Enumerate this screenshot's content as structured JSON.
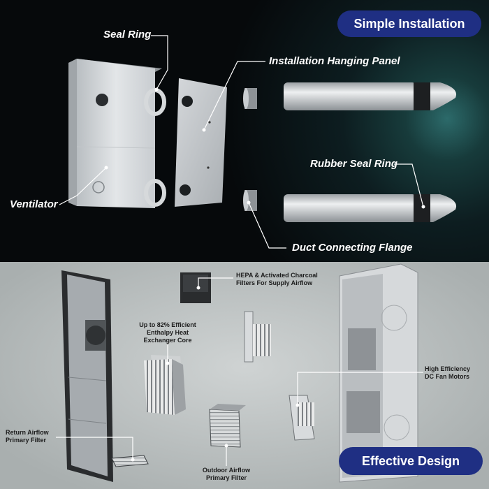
{
  "badges": {
    "top": "Simple Installation",
    "bottom": "Effective Design"
  },
  "top_labels": {
    "seal_ring": "Seal Ring",
    "hanging_panel": "Installation Hanging Panel",
    "rubber_seal_ring": "Rubber  Seal Ring",
    "ventilator": "Ventilator",
    "duct_flange": "Duct Connecting Flange"
  },
  "bottom_labels": {
    "hepa": [
      "HEPA & Activated Charcoal",
      "Filters For Supply Airflow"
    ],
    "core": [
      "Up to 82% Efficient",
      "Enthalpy Heat",
      "Exchanger Core"
    ],
    "motors": [
      "High Efficiency",
      "DC Fan Motors"
    ],
    "return_filter": [
      "Return Airflow",
      "Primary Filter"
    ],
    "outdoor_filter": [
      "Outdoor Airflow",
      "Primary Filter"
    ]
  },
  "colors": {
    "badge": "#1f2f83",
    "top_bg": "#06090b",
    "accent_glow": "#2c6a6a",
    "bottom_bg": "#bdc2c2"
  }
}
